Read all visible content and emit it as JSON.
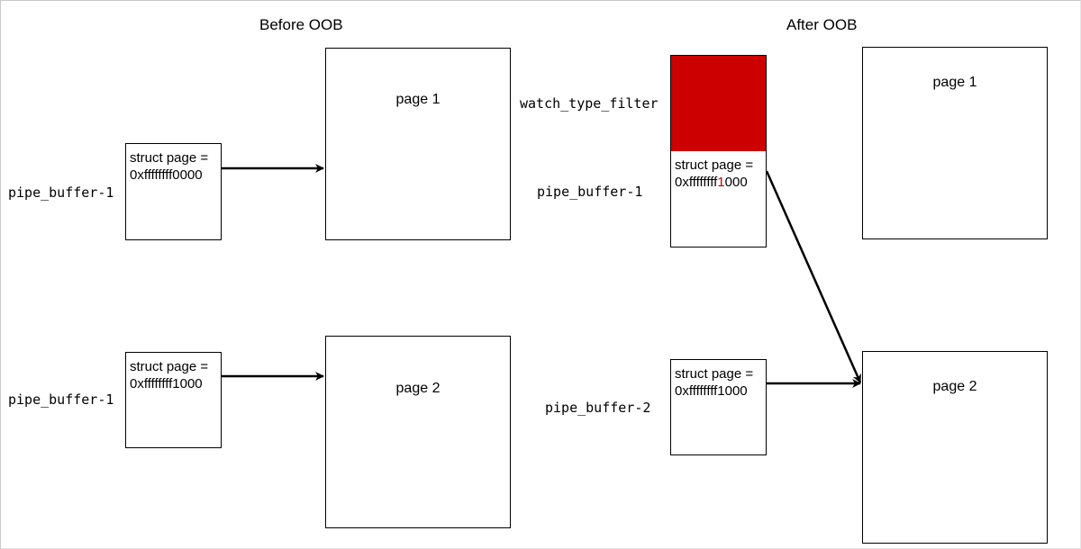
{
  "colors": {
    "overflow_fill": "#cc0000",
    "highlight_digit": "#c00000",
    "line": "#000000"
  },
  "before": {
    "title": "Before OOB",
    "buffer1": {
      "label": "pipe_buffer-1",
      "struct_line1": "struct page =",
      "struct_line2": "0xffffffff0000"
    },
    "buffer2": {
      "label": "pipe_buffer-1",
      "struct_line1": "struct page =",
      "struct_line2": "0xffffffff1000"
    },
    "page1": "page 1",
    "page2": "page 2"
  },
  "after": {
    "title": "After OOB",
    "filter_label": "watch_type_filter",
    "buffer1": {
      "label": "pipe_buffer-1",
      "struct_line1": "struct page =",
      "struct_line2_prefix": "0xffffffff",
      "struct_line2_changed": "1",
      "struct_line2_suffix": "000"
    },
    "buffer2": {
      "label": "pipe_buffer-2",
      "struct_line1": "struct page =",
      "struct_line2": "0xffffffff1000"
    },
    "page1": "page 1",
    "page2": "page 2"
  }
}
